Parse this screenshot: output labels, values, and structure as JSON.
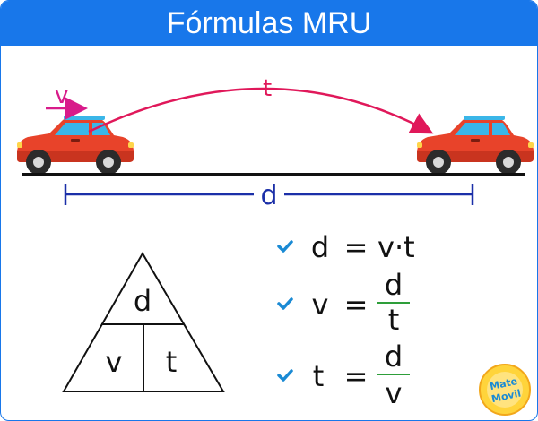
{
  "title": "Fórmulas MRU",
  "scene": {
    "velocity_label": "v",
    "time_label": "t",
    "distance_label": "d"
  },
  "triangle": {
    "top": "d",
    "bottom_left": "v",
    "bottom_right": "t"
  },
  "formulas": {
    "f1": {
      "lhs": "d",
      "eq": "=",
      "rhs": "v·t"
    },
    "f2": {
      "lhs": "v",
      "eq": "=",
      "num": "d",
      "den": "t"
    },
    "f3": {
      "lhs": "t",
      "eq": "=",
      "num": "d",
      "den": "v"
    }
  },
  "logo": {
    "line1": "Mate",
    "line2": "Movil"
  },
  "colors": {
    "header": "#1877ea",
    "velocity": "#d81b8a",
    "time": "#e0185a",
    "distance": "#1b2fa8",
    "check": "#1a8ad4",
    "car_body": "#e8432a",
    "car_window": "#3ab6e8",
    "fraction_bar": "#2e9e3a"
  },
  "icons": [
    "car-icon",
    "check-icon",
    "logo-badge"
  ]
}
